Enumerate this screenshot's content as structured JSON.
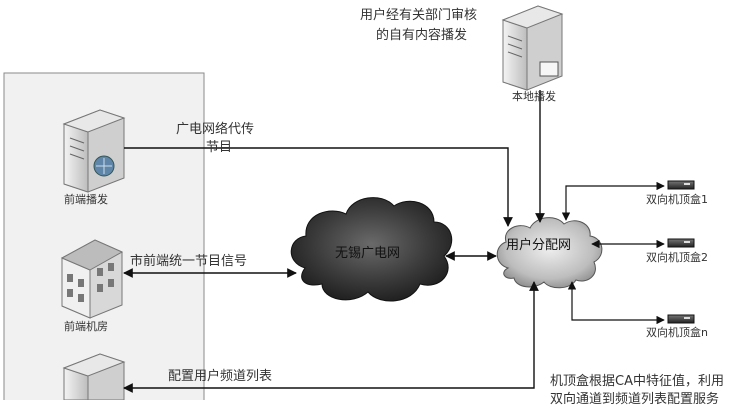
{
  "top_server": {
    "caption_line1": "用户经有关部门审核",
    "caption_line2": "的自有内容播发",
    "label": "本地播发"
  },
  "left_panel": {
    "server1_label": "前端播发",
    "building_label": "前端机房"
  },
  "edge_labels": {
    "broadcast_line1": "广电网络代传",
    "broadcast_line2": "节目",
    "signal": "市前端统一节目信号",
    "channel_list": "配置用户频道列表"
  },
  "clouds": {
    "big_cloud": "无锡广电网",
    "dist_cloud": "用户分配网"
  },
  "set_top_boxes": [
    {
      "label": "双向机顶盒1"
    },
    {
      "label": "双向机顶盒2"
    },
    {
      "label": "双向机顶盒n"
    }
  ],
  "bottom_note": {
    "line1": "机顶盒根据CA中特征值，利用",
    "line2": "双向通道到频道列表配置服务"
  }
}
